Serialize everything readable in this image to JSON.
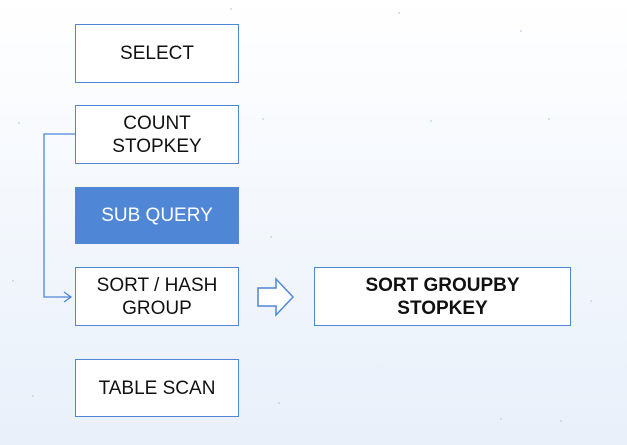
{
  "diagram": {
    "nodes": {
      "select": {
        "lines": [
          "SELECT"
        ]
      },
      "count_stopkey": {
        "lines": [
          "COUNT",
          "STOPKEY"
        ]
      },
      "sub_query": {
        "lines": [
          "SUB QUERY"
        ]
      },
      "sort_hash_group": {
        "lines": [
          "SORT / HASH",
          "GROUP"
        ]
      },
      "table_scan": {
        "lines": [
          "TABLE SCAN"
        ]
      },
      "sort_groupby_stopkey": {
        "lines": [
          "SORT GROUPBY",
          "STOPKEY"
        ]
      }
    },
    "colors": {
      "accent": "#4f86d6",
      "box_fill": "#ffffff",
      "text": "#111111",
      "highlight_text": "#ffffff"
    }
  }
}
